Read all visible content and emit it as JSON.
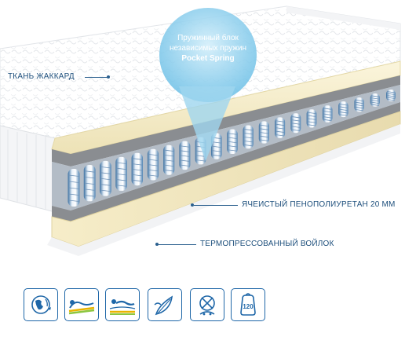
{
  "bubble": {
    "line1": "Пружинный блок",
    "line2": "независимых пружин",
    "line3": "Pocket Spring"
  },
  "labels": {
    "fabric": "ТКАНЬ ЖАККАРД",
    "foam": "ЯЧЕИСТЫЙ ПЕНОПОЛИУРЕТАН 20 ММ",
    "felt": "ТЕРМОПРЕССОВАННЫЙ ВОЙЛОК"
  },
  "icons": [
    {
      "name": "eco-globe-icon",
      "text": ""
    },
    {
      "name": "body-on-mattress-icon",
      "text": ""
    },
    {
      "name": "sleeper-support-icon",
      "text": ""
    },
    {
      "name": "flexible-leaf-icon",
      "text": ""
    },
    {
      "name": "no-allergy-icon",
      "text": ""
    },
    {
      "name": "max-load-icon",
      "text": "120"
    }
  ],
  "colors": {
    "accent": "#1f67a8",
    "label": "#1d4f7c",
    "bubble": "#8fd0ee"
  }
}
